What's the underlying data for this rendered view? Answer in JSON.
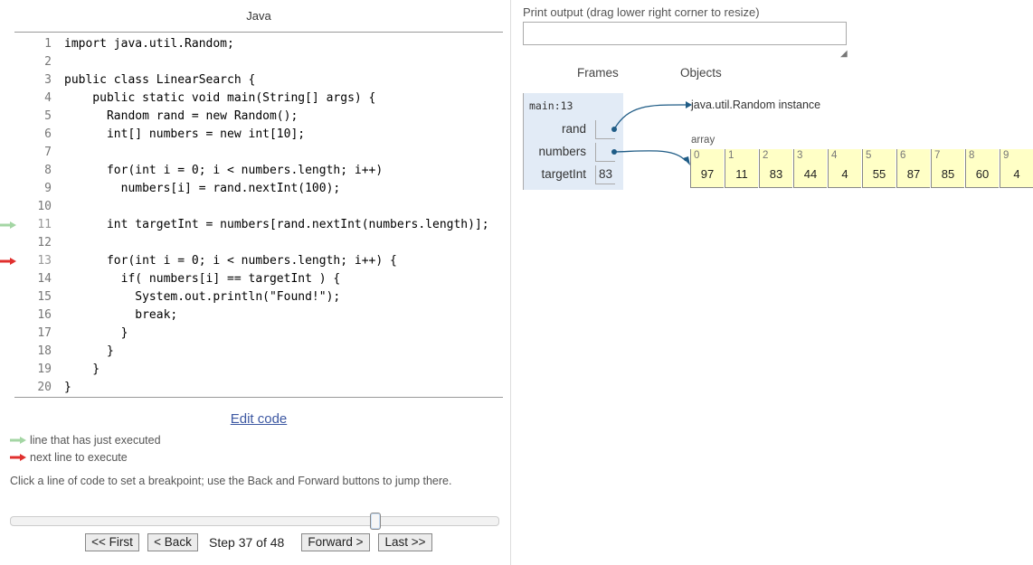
{
  "language": "Java",
  "code": {
    "lines": [
      {
        "num": "1",
        "text": "import java.util.Random;",
        "marker": ""
      },
      {
        "num": "2",
        "text": "",
        "marker": ""
      },
      {
        "num": "3",
        "text": "public class LinearSearch {",
        "marker": ""
      },
      {
        "num": "4",
        "text": "    public static void main(String[] args) {",
        "marker": ""
      },
      {
        "num": "5",
        "text": "      Random rand = new Random();",
        "marker": ""
      },
      {
        "num": "6",
        "text": "      int[] numbers = new int[10];",
        "marker": ""
      },
      {
        "num": "7",
        "text": "",
        "marker": ""
      },
      {
        "num": "8",
        "text": "      for(int i = 0; i < numbers.length; i++)",
        "marker": ""
      },
      {
        "num": "9",
        "text": "        numbers[i] = rand.nextInt(100);",
        "marker": ""
      },
      {
        "num": "10",
        "text": "",
        "marker": ""
      },
      {
        "num": "11",
        "text": "      int targetInt = numbers[rand.nextInt(numbers.length)];",
        "marker": "executed"
      },
      {
        "num": "12",
        "text": "",
        "marker": ""
      },
      {
        "num": "13",
        "text": "      for(int i = 0; i < numbers.length; i++) {",
        "marker": "next"
      },
      {
        "num": "14",
        "text": "        if( numbers[i] == targetInt ) {",
        "marker": ""
      },
      {
        "num": "15",
        "text": "          System.out.println(\"Found!\");",
        "marker": ""
      },
      {
        "num": "16",
        "text": "          break;",
        "marker": ""
      },
      {
        "num": "17",
        "text": "        }",
        "marker": ""
      },
      {
        "num": "18",
        "text": "      }",
        "marker": ""
      },
      {
        "num": "19",
        "text": "    }",
        "marker": ""
      },
      {
        "num": "20",
        "text": "}",
        "marker": ""
      }
    ]
  },
  "edit_code_label": "Edit code",
  "legend": {
    "executed": "line that has just executed",
    "next": "next line to execute"
  },
  "hint": "Click a line of code to set a breakpoint; use the Back and Forward buttons to jump there.",
  "slider": {
    "current_step": 37,
    "total_steps": 48
  },
  "nav": {
    "first": "<< First",
    "back": "< Back",
    "step_text": "Step 37 of 48",
    "forward": "Forward >",
    "last": "Last >>"
  },
  "print_output": {
    "label": "Print output (drag lower right corner to resize)",
    "value": ""
  },
  "headers": {
    "frames": "Frames",
    "objects": "Objects"
  },
  "frame": {
    "name": "main:13",
    "vars": [
      {
        "name": "rand",
        "value": ""
      },
      {
        "name": "numbers",
        "value": ""
      },
      {
        "name": "targetInt",
        "value": "83"
      }
    ]
  },
  "objects": {
    "random": "java.util.Random instance",
    "array_label": "array",
    "array": [
      {
        "idx": "0",
        "val": "97"
      },
      {
        "idx": "1",
        "val": "11"
      },
      {
        "idx": "2",
        "val": "83"
      },
      {
        "idx": "3",
        "val": "44"
      },
      {
        "idx": "4",
        "val": "4"
      },
      {
        "idx": "5",
        "val": "55"
      },
      {
        "idx": "6",
        "val": "87"
      },
      {
        "idx": "7",
        "val": "85"
      },
      {
        "idx": "8",
        "val": "60"
      },
      {
        "idx": "9",
        "val": "4"
      }
    ]
  },
  "colors": {
    "executed_arrow": "#a4d6a4",
    "next_arrow": "#e0302e",
    "frame_bg": "#e2ebf6",
    "array_bg": "#ffffc6",
    "pointer": "#1f5c86"
  }
}
